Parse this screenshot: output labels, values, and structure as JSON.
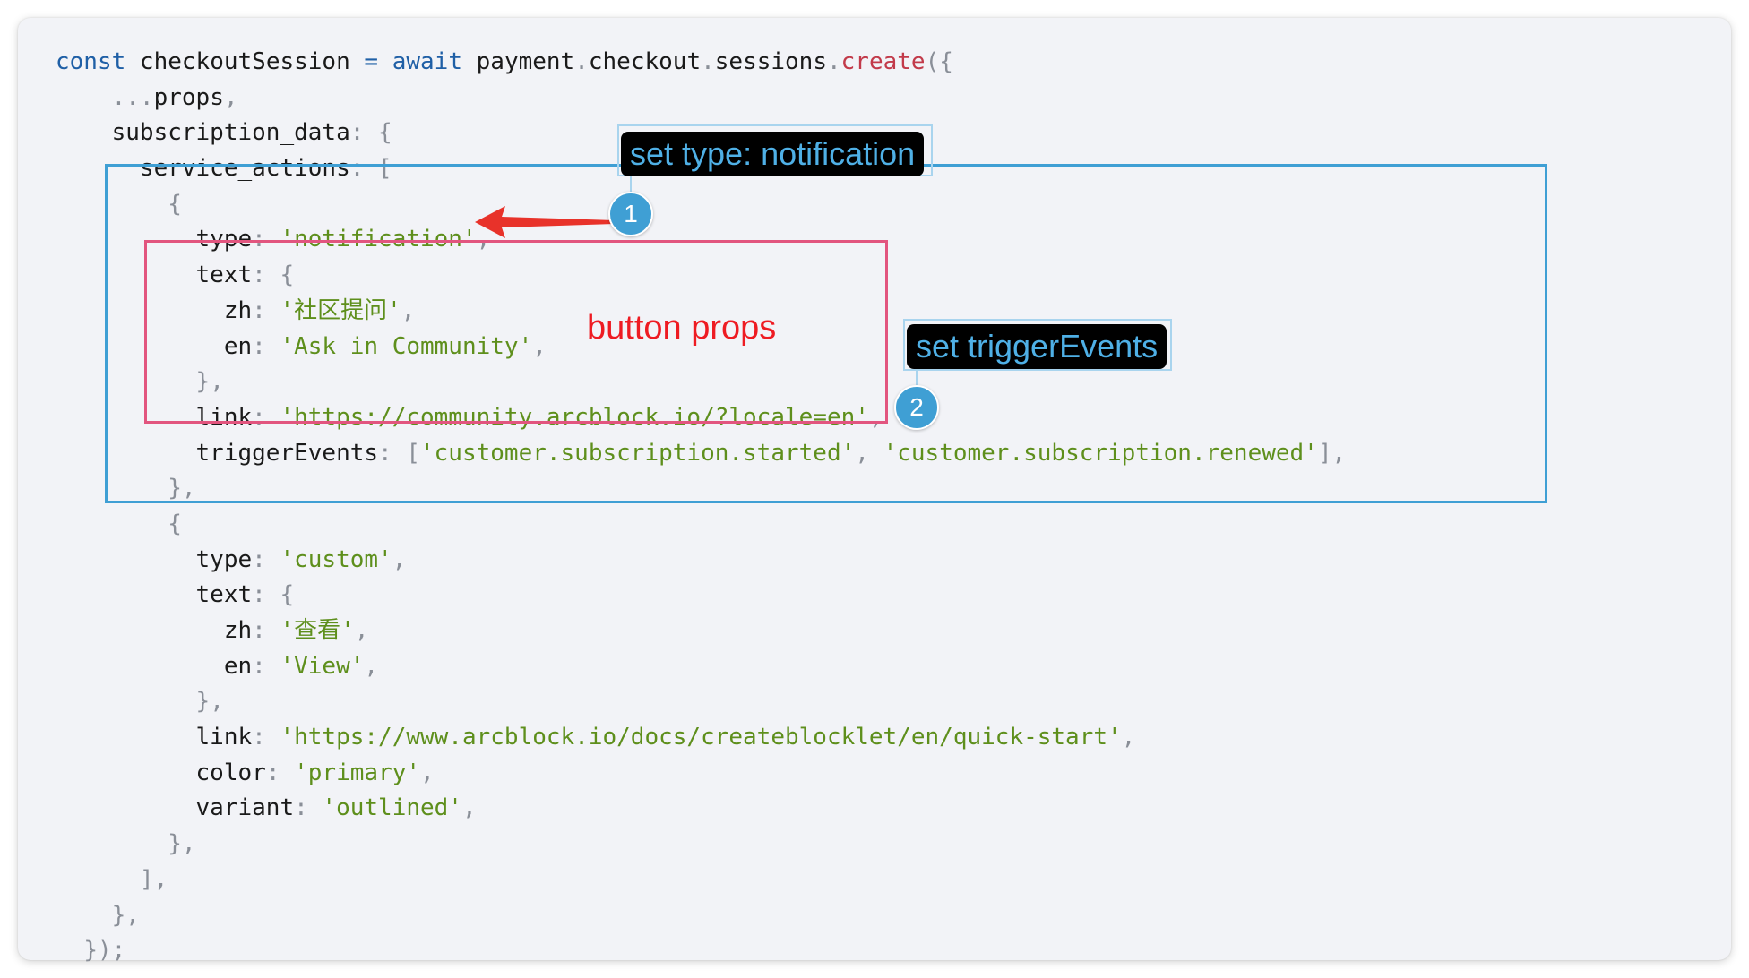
{
  "annotations": {
    "tag1": "set type: notification",
    "tag2": "set triggerEvents",
    "badge1": "1",
    "badge2": "2",
    "button_props_label": "button props"
  },
  "colors": {
    "keyword": "#1f5fa6",
    "function": "#c23a4a",
    "string": "#5e8f1c",
    "punctuation": "#8a8f98",
    "box_blue": "#3f9fd4",
    "box_pink": "#e2557f",
    "label_red": "#ee1b22",
    "arrow_red": "#e8322a"
  },
  "code": {
    "lines": [
      [
        [
          "kw",
          "const"
        ],
        [
          "p",
          " checkoutSession "
        ],
        [
          "kw",
          "="
        ],
        [
          "p",
          " "
        ],
        [
          "kw",
          "await"
        ],
        [
          "p",
          " payment"
        ],
        [
          "pun",
          "."
        ],
        [
          "p",
          "checkout"
        ],
        [
          "pun",
          "."
        ],
        [
          "p",
          "sessions"
        ],
        [
          "pun",
          "."
        ],
        [
          "fn",
          "create"
        ],
        [
          "pun",
          "({"
        ]
      ],
      [
        [
          "p",
          "    "
        ],
        [
          "pun",
          "..."
        ],
        [
          "p",
          "props"
        ],
        [
          "pun",
          ","
        ]
      ],
      [
        [
          "p",
          "    subscription_data"
        ],
        [
          "pun",
          ":"
        ],
        [
          "p",
          " "
        ],
        [
          "pun",
          "{"
        ]
      ],
      [
        [
          "p",
          "      service_actions"
        ],
        [
          "pun",
          ":"
        ],
        [
          "p",
          " "
        ],
        [
          "pun",
          "["
        ]
      ],
      [
        [
          "p",
          "        "
        ],
        [
          "pun",
          "{"
        ]
      ],
      [
        [
          "p",
          "          type"
        ],
        [
          "pun",
          ":"
        ],
        [
          "p",
          " "
        ],
        [
          "str",
          "'notification'"
        ],
        [
          "pun",
          ","
        ]
      ],
      [
        [
          "p",
          "          text"
        ],
        [
          "pun",
          ":"
        ],
        [
          "p",
          " "
        ],
        [
          "pun",
          "{"
        ]
      ],
      [
        [
          "p",
          "            zh"
        ],
        [
          "pun",
          ":"
        ],
        [
          "p",
          " "
        ],
        [
          "str",
          "'社区提问'"
        ],
        [
          "pun",
          ","
        ]
      ],
      [
        [
          "p",
          "            en"
        ],
        [
          "pun",
          ":"
        ],
        [
          "p",
          " "
        ],
        [
          "str",
          "'Ask in Community'"
        ],
        [
          "pun",
          ","
        ]
      ],
      [
        [
          "p",
          "          "
        ],
        [
          "pun",
          "},"
        ]
      ],
      [
        [
          "p",
          "          link"
        ],
        [
          "pun",
          ":"
        ],
        [
          "p",
          " "
        ],
        [
          "str",
          "'https://community.arcblock.io/?locale=en'"
        ],
        [
          "pun",
          ","
        ]
      ],
      [
        [
          "p",
          "          triggerEvents"
        ],
        [
          "pun",
          ":"
        ],
        [
          "p",
          " "
        ],
        [
          "pun",
          "["
        ],
        [
          "str",
          "'customer.subscription.started'"
        ],
        [
          "pun",
          ","
        ],
        [
          "p",
          " "
        ],
        [
          "str",
          "'customer.subscription.renewed'"
        ],
        [
          "pun",
          "],"
        ]
      ],
      [
        [
          "p",
          "        "
        ],
        [
          "pun",
          "},"
        ]
      ],
      [
        [
          "p",
          "        "
        ],
        [
          "pun",
          "{"
        ]
      ],
      [
        [
          "p",
          "          type"
        ],
        [
          "pun",
          ":"
        ],
        [
          "p",
          " "
        ],
        [
          "str",
          "'custom'"
        ],
        [
          "pun",
          ","
        ]
      ],
      [
        [
          "p",
          "          text"
        ],
        [
          "pun",
          ":"
        ],
        [
          "p",
          " "
        ],
        [
          "pun",
          "{"
        ]
      ],
      [
        [
          "p",
          "            zh"
        ],
        [
          "pun",
          ":"
        ],
        [
          "p",
          " "
        ],
        [
          "str",
          "'查看'"
        ],
        [
          "pun",
          ","
        ]
      ],
      [
        [
          "p",
          "            en"
        ],
        [
          "pun",
          ":"
        ],
        [
          "p",
          " "
        ],
        [
          "str",
          "'View'"
        ],
        [
          "pun",
          ","
        ]
      ],
      [
        [
          "p",
          "          "
        ],
        [
          "pun",
          "},"
        ]
      ],
      [
        [
          "p",
          "          link"
        ],
        [
          "pun",
          ":"
        ],
        [
          "p",
          " "
        ],
        [
          "str",
          "'https://www.arcblock.io/docs/createblocklet/en/quick-start'"
        ],
        [
          "pun",
          ","
        ]
      ],
      [
        [
          "p",
          "          color"
        ],
        [
          "pun",
          ":"
        ],
        [
          "p",
          " "
        ],
        [
          "str",
          "'primary'"
        ],
        [
          "pun",
          ","
        ]
      ],
      [
        [
          "p",
          "          variant"
        ],
        [
          "pun",
          ":"
        ],
        [
          "p",
          " "
        ],
        [
          "str",
          "'outlined'"
        ],
        [
          "pun",
          ","
        ]
      ],
      [
        [
          "p",
          "        "
        ],
        [
          "pun",
          "},"
        ]
      ],
      [
        [
          "p",
          "      "
        ],
        [
          "pun",
          "],"
        ]
      ],
      [
        [
          "p",
          "    "
        ],
        [
          "pun",
          "},"
        ]
      ],
      [
        [
          "p",
          "  "
        ],
        [
          "pun",
          "});"
        ]
      ]
    ]
  }
}
